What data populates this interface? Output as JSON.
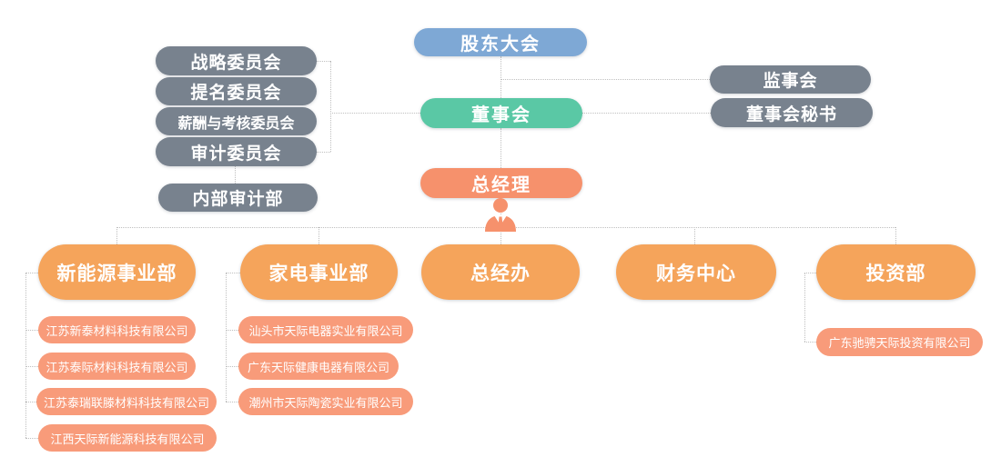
{
  "colors": {
    "shareholders_blue": "#7EA8D5",
    "board_teal": "#5AC8A5",
    "gm_salmon": "#F6916C",
    "department_orange": "#F5A45B",
    "subsidiary_salmon": "#F89B7A",
    "committee_gray": "#78828E",
    "connector_gray": "#BFBFBF",
    "label_text": "#FFFFFF"
  },
  "nodes": {
    "shareholders": "股东大会",
    "board": "董事会",
    "general_manager": "总经理",
    "supervisory_board": "监事会",
    "board_secretary": "董事会秘书",
    "strategy_committee": "战略委员会",
    "nomination_committee": "提名委员会",
    "compensation_committee": "薪酬与考核委员会",
    "audit_committee": "审计委员会",
    "internal_audit": "内部审计部",
    "departments": [
      {
        "label": "新能源事业部",
        "subsidiaries": [
          "江苏新泰材料科技有限公司",
          "江苏泰际材料科技有限公司",
          "江苏泰瑞联滕材料科技有限公司",
          "江西天际新能源科技有限公司"
        ]
      },
      {
        "label": "家电事业部",
        "subsidiaries": [
          "汕头市天际电器实业有限公司",
          "广东天际健康电器有限公司",
          "潮州市天际陶瓷实业有限公司"
        ]
      },
      {
        "label": "总经办",
        "subsidiaries": []
      },
      {
        "label": "财务中心",
        "subsidiaries": []
      },
      {
        "label": "投资部",
        "subsidiaries": [
          "广东驰骋天际投资有限公司"
        ]
      }
    ]
  },
  "icons": {
    "general_manager_icon": "person-icon"
  }
}
